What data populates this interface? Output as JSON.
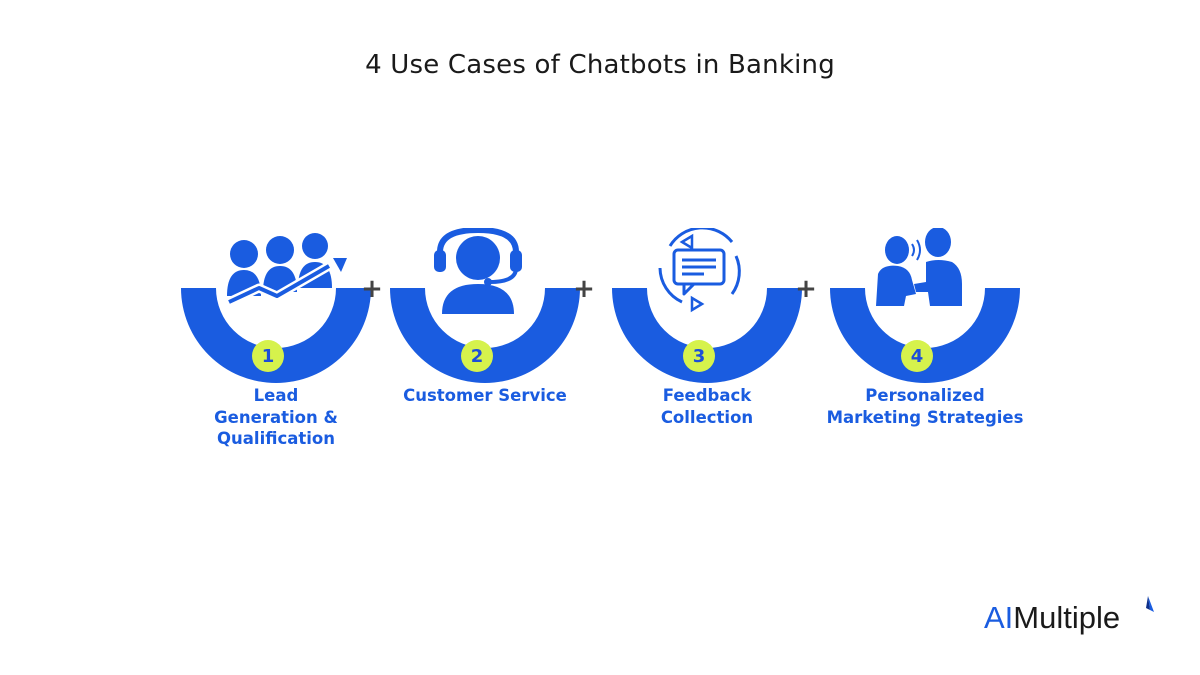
{
  "title": "4 Use Cases of Chatbots in Banking",
  "colors": {
    "accent": "#1a5ce0",
    "badge": "#d6f24c",
    "plus": "#444444"
  },
  "steps": [
    {
      "number": "1",
      "label": "Lead\nGeneration &\nQualification",
      "icon": "growth-team-icon"
    },
    {
      "number": "2",
      "label": "Customer Service",
      "icon": "headset-agent-icon"
    },
    {
      "number": "3",
      "label": "Feedback\nCollection",
      "icon": "chat-feedback-icon"
    },
    {
      "number": "4",
      "label": "Personalized\nMarketing Strategies",
      "icon": "conversation-people-icon"
    }
  ],
  "connector": "+",
  "logo": {
    "prefix": "AI",
    "suffix": "Multiple"
  }
}
